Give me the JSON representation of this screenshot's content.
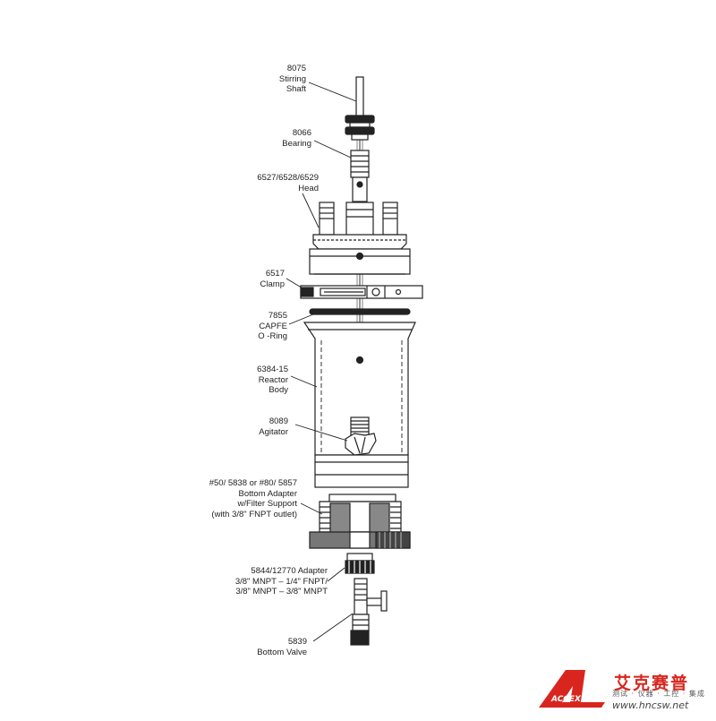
{
  "parts": [
    {
      "id": "stirring-shaft",
      "lines": [
        "8075",
        "Stirring",
        "Shaft"
      ]
    },
    {
      "id": "bearing",
      "lines": [
        "8066",
        "Bearing"
      ]
    },
    {
      "id": "head",
      "lines": [
        "6527/6528/6529",
        "Head"
      ]
    },
    {
      "id": "clamp",
      "lines": [
        "6517",
        "Clamp"
      ]
    },
    {
      "id": "o-ring",
      "lines": [
        "7855",
        "CAPFE",
        "O -Ring"
      ]
    },
    {
      "id": "reactor-body",
      "lines": [
        "6384-15",
        "Reactor",
        "Body"
      ]
    },
    {
      "id": "agitator",
      "lines": [
        "8089",
        "Agitator"
      ]
    },
    {
      "id": "bottom-adapter",
      "lines": [
        "#50/ 5838 or  #80/ 5857",
        "Bottom Adapter",
        "w/Filter Support",
        "(with 3/8\"  FNPT outlet)"
      ]
    },
    {
      "id": "adapter",
      "lines": [
        "5844/12770 Adapter",
        "3/8\" MNPT – 1/4\" FNPT/",
        "3/8\" MNPT – 3/8\" MNPT"
      ]
    },
    {
      "id": "bottom-valve",
      "lines": [
        "5839",
        "Bottom Valve"
      ]
    }
  ],
  "logo": {
    "brand_cn": "艾克赛普",
    "tagline_cn": "测试 · 仪器 · 工控 · 集成",
    "logo_letters": "ACCEXP",
    "url": "www.hncsw.net",
    "brand_color": "#d8261e"
  }
}
